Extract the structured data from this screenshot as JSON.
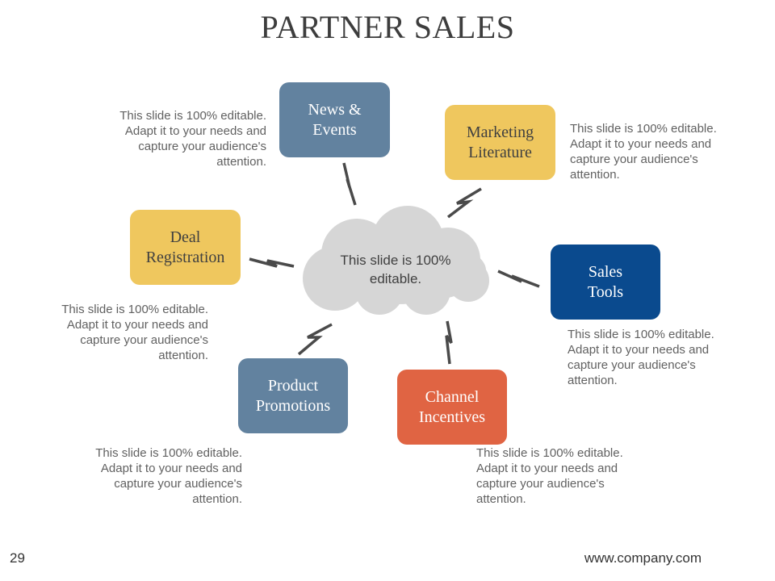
{
  "title": "PARTNER SALES",
  "center": {
    "text": "This slide is 100%\neditable."
  },
  "nodes": [
    {
      "id": "news",
      "label": "News &\nEvents",
      "color": "#62829f",
      "description": "This slide is 100% editable.\nAdapt it to your needs and\ncapture your audience's\nattention."
    },
    {
      "id": "marketing",
      "label": "Marketing\nLiterature",
      "color": "#efc75e",
      "description": "This slide is 100% editable.\nAdapt it to your needs and\ncapture your audience's\nattention."
    },
    {
      "id": "deal",
      "label": "Deal\nRegistration",
      "color": "#efc75e",
      "description": "This slide is 100% editable.\nAdapt it to your needs and\ncapture your audience's\nattention."
    },
    {
      "id": "sales",
      "label": "Sales\nTools",
      "color": "#0a4a8e",
      "description": "This slide is 100% editable.\nAdapt it to your needs and\ncapture your audience's\nattention."
    },
    {
      "id": "product",
      "label": "Product\nPromotions",
      "color": "#62829f",
      "description": "This slide is 100% editable.\nAdapt it to your needs and\ncapture your audience's\nattention."
    },
    {
      "id": "channel",
      "label": "Channel\nIncentives",
      "color": "#e06443",
      "description": "This slide is 100% editable.\nAdapt it to your needs and\ncapture your audience's\nattention."
    }
  ],
  "footer": {
    "page_number": "29",
    "url": "www.company.com"
  }
}
